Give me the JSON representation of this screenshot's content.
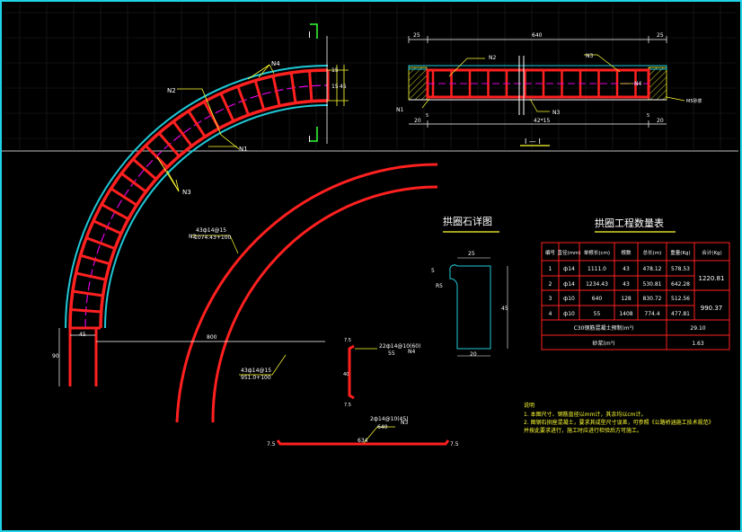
{
  "views": {
    "top_left": {
      "section_marks": [
        "I",
        "I"
      ],
      "labels": {
        "n4": "N4",
        "n2": "N2",
        "n1": "N1",
        "n3": "N3"
      },
      "dims": {
        "a": "15",
        "b": "15",
        "c": "45"
      }
    },
    "section": {
      "title": "I — I",
      "dims": {
        "left": "25",
        "mid": "640",
        "right": "25",
        "b_left": "20",
        "b_mid": "42*15",
        "b_right": "20",
        "b_small_l": "5",
        "b_small_r": "5"
      },
      "labels": {
        "n1": "N1",
        "n2": "N2",
        "n3_top": "N3",
        "n4": "N4",
        "n3_bot": "N3",
        "m": "M5砂浆"
      }
    },
    "arcs": {
      "n2_label": "N2",
      "n2_note": "43ф14@15",
      "n2_len": "1074.43+100",
      "n1_note": "43ф14@15",
      "n1_len": "951.0+100",
      "dim_45": "45",
      "dim_800": "800",
      "dim_90": "90"
    },
    "stirrups": {
      "n4_note": "22ф14@10(60)",
      "n4_label": "N4",
      "n4_len": "55",
      "n4_dim_top": "7.5",
      "n4_dim_mid": "40",
      "n4_dim_bot": "7.5",
      "n3_note": "2ф14@10(45)",
      "n3_label": "N3",
      "n3_len": "640",
      "n3_dim_l": "7.5",
      "n3_dim_r": "7.5",
      "n3_dim_mid": "634"
    },
    "detail": {
      "title": "拱圈石详图",
      "dims": {
        "top": "25",
        "side5": "5",
        "r": "R5",
        "right": "45",
        "bottom": "20"
      }
    },
    "table": {
      "title": "拱圈工程数量表",
      "headers": [
        "编号",
        "直径(mm)",
        "单根长(cm)",
        "根数",
        "总长(m)",
        "重量(Kg)",
        "合计(Kg)"
      ],
      "rows": [
        [
          "1",
          "ф14",
          "1111.0",
          "43",
          "478.12",
          "578.53"
        ],
        [
          "2",
          "ф14",
          "1234.43",
          "43",
          "530.81",
          "642.28"
        ],
        [
          "3",
          "ф10",
          "640",
          "128",
          "830.72",
          "512.56"
        ],
        [
          "4",
          "ф10",
          "55",
          "1408",
          "774.4",
          "477.81"
        ]
      ],
      "totals": [
        "1220.81",
        "990.37"
      ],
      "concrete_label": "C30钢筋混凝土预制(m³)",
      "concrete_val": "29.10",
      "mortar_label": "砂浆(m³)",
      "mortar_val": "1.63"
    },
    "notes": {
      "title": "说明",
      "line1": "1. 本图尺寸、钢筋直径以mm计，其余均以cm计。",
      "line2": "2. 图钢石拱座混凝土，要求其成型尺寸误差，可参照《公路桥涵施工技术规范》",
      "line3": "   并按此要求进行，施工时应进行检验后方可施工。"
    }
  }
}
